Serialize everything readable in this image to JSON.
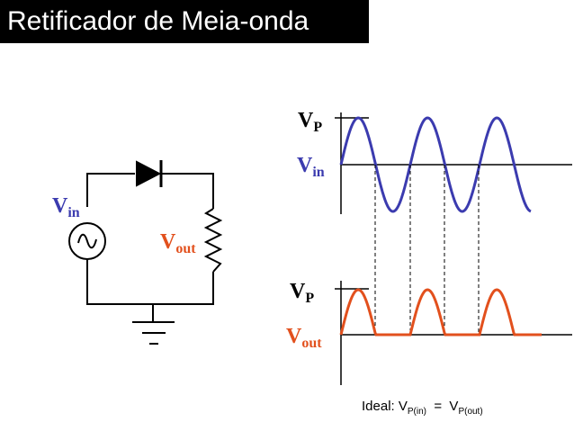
{
  "title": "Retificador de Meia-onda",
  "colors": {
    "title_bg": "#000000",
    "title_text": "#ffffff",
    "input_wave": "#3b3baf",
    "output_wave": "#e2501d",
    "input_label": "#3b3baf",
    "output_label": "#e2501d"
  },
  "circuit": {
    "vin_label": {
      "main": "V",
      "sub": "in"
    },
    "vout_label": {
      "main": "V",
      "sub": "out"
    },
    "components": [
      "ac-source",
      "diode",
      "resistor",
      "ground"
    ]
  },
  "input_graph": {
    "vp_label": {
      "main": "V",
      "sub": "P"
    },
    "signal_label": {
      "main": "V",
      "sub": "in"
    },
    "cycles": 2.75
  },
  "output_graph": {
    "vp_label": {
      "main": "V",
      "sub": "P"
    },
    "signal_label": {
      "main": "V",
      "sub": "out"
    },
    "half_waves": 3
  },
  "ideal_note": {
    "prefix": "Ideal: V",
    "sub1": "P(in)",
    "equals": "  =  V",
    "sub2": "P(out)"
  }
}
